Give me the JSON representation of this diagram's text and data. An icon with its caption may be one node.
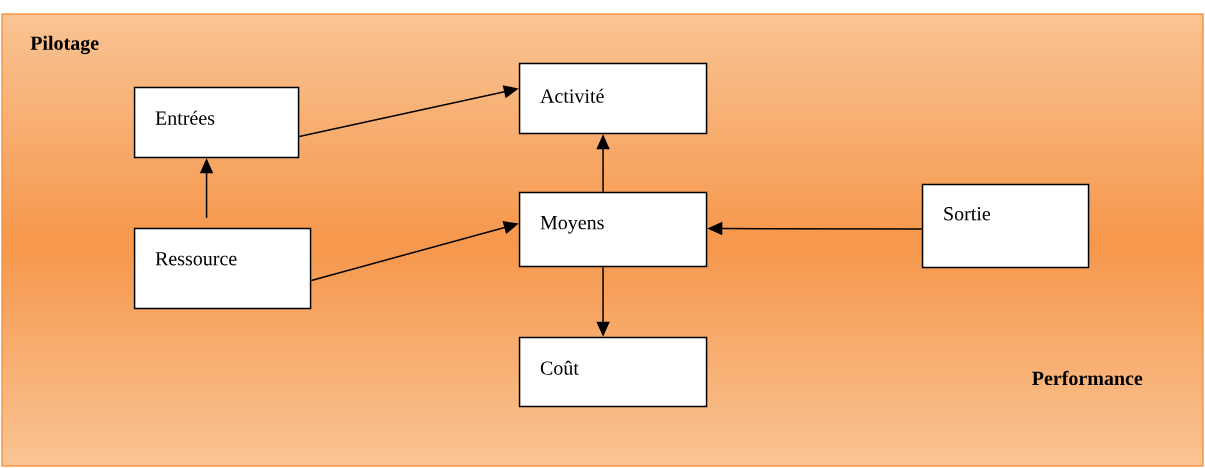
{
  "diagram": {
    "nodes": [
      {
        "text": [
          "Pilotage",
          "Performance"
        ]
      },
      {
        "text": [
          "Activité"
        ],
        "in": 0
      },
      {
        "text": [
          "Entrées"
        ],
        "in": 0
      },
      {
        "text": [
          "Moyens"
        ],
        "in": 0
      },
      {
        "text": [
          "Sortie"
        ],
        "in": 0
      },
      {
        "text": [
          "Ressource"
        ],
        "in": 0
      },
      {
        "text": [
          "Coût"
        ],
        "in": 0
      }
    ],
    "edges": [
      {
        "from": 2,
        "to": 1,
        "arrow": "to"
      },
      {
        "from": 5,
        "to": 2,
        "arrow": "to"
      },
      {
        "from": 3,
        "to": 1,
        "arrow": "to"
      },
      {
        "from": 4,
        "to": 3,
        "arrow": "to"
      },
      {
        "from": 5,
        "to": 3,
        "arrow": "to"
      },
      {
        "from": 3,
        "to": 6,
        "arrow": "to"
      }
    ]
  }
}
